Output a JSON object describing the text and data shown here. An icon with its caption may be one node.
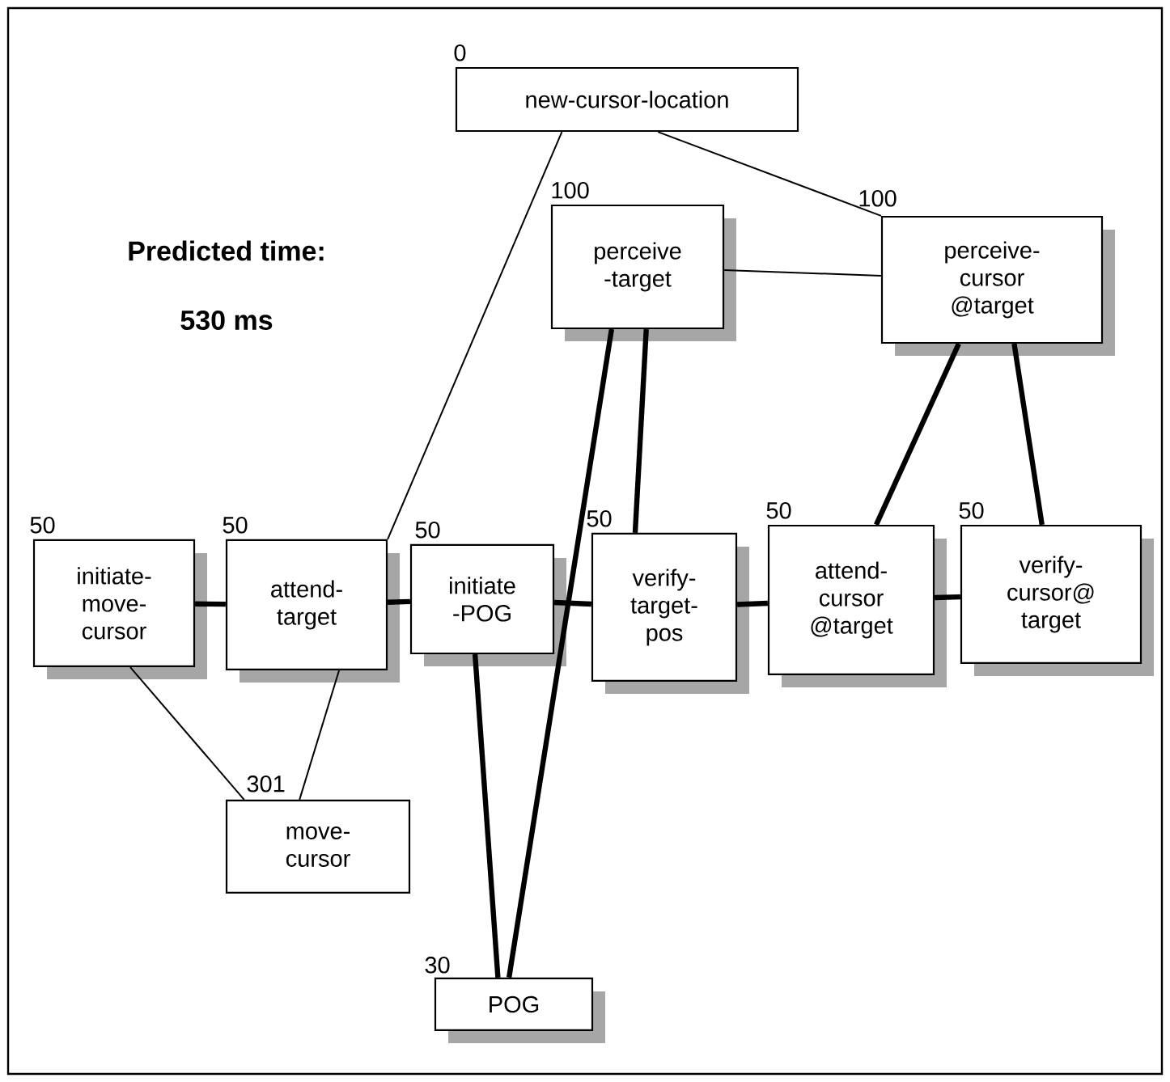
{
  "diagram": {
    "nodes": [
      {
        "text": [
          "new-cursor-location"
        ],
        "beside": [
          "0"
        ]
      },
      {
        "text": [
          "perceive -target"
        ],
        "beside": [
          "100"
        ]
      },
      {
        "text": [
          "perceive-cursor @target"
        ],
        "beside": [
          "100"
        ]
      },
      {
        "text": [
          "initiate-move-cursor"
        ],
        "beside": [
          "50"
        ]
      },
      {
        "text": [
          "attend-target"
        ],
        "beside": [
          "50"
        ]
      },
      {
        "text": [
          "initiate -POG"
        ],
        "beside": [
          "50"
        ]
      },
      {
        "text": [
          "verify-target-pos"
        ],
        "beside": [
          "50"
        ]
      },
      {
        "text": [
          "attend-cursor @target"
        ],
        "beside": [
          "50"
        ]
      },
      {
        "text": [
          "verify-cursor@ target"
        ],
        "beside": [
          "50"
        ]
      },
      {
        "text": [
          "move-cursor"
        ],
        "beside": [
          "301"
        ]
      },
      {
        "text": [
          "POG"
        ],
        "beside": [
          "30"
        ]
      }
    ],
    "edges": [
      {
        "from": 0,
        "to": 4,
        "arrow": "none"
      },
      {
        "from": 0,
        "to": 2,
        "arrow": "none"
      },
      {
        "from": 1,
        "to": 2,
        "arrow": "none"
      },
      {
        "from": 1,
        "to": 10,
        "arrow": "none"
      },
      {
        "from": 1,
        "to": 6,
        "arrow": "none"
      },
      {
        "from": 2,
        "to": 7,
        "arrow": "none"
      },
      {
        "from": 2,
        "to": 8,
        "arrow": "none"
      },
      {
        "from": 3,
        "to": 4,
        "arrow": "none"
      },
      {
        "from": 4,
        "to": 5,
        "arrow": "none"
      },
      {
        "from": 5,
        "to": 6,
        "arrow": "none"
      },
      {
        "from": 6,
        "to": 7,
        "arrow": "none"
      },
      {
        "from": 7,
        "to": 8,
        "arrow": "none"
      },
      {
        "from": 3,
        "to": 9,
        "arrow": "none"
      },
      {
        "from": 4,
        "to": 9,
        "arrow": "none"
      },
      {
        "from": 5,
        "to": 10,
        "arrow": "none"
      }
    ],
    "labels": [
      "Predicted time:",
      "530 ms"
    ]
  }
}
